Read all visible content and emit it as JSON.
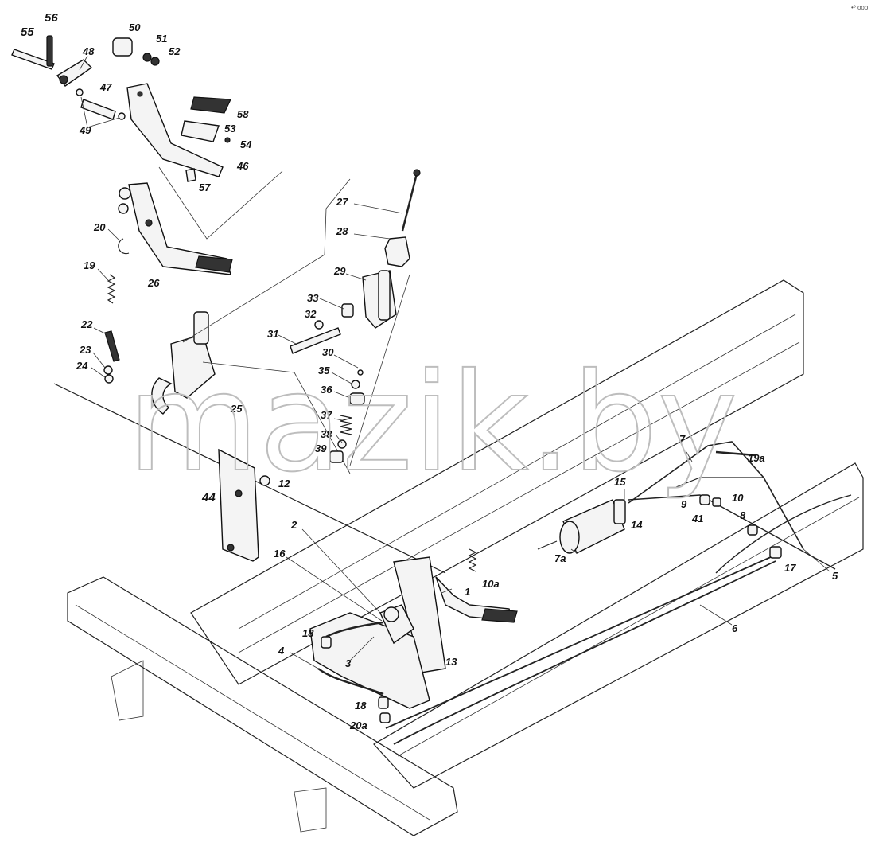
{
  "watermark": "mazik.by",
  "corner_mark": "•º ooo",
  "callouts": [
    {
      "id": "55",
      "text": "55"
    },
    {
      "id": "56",
      "text": "56"
    },
    {
      "id": "50",
      "text": "50"
    },
    {
      "id": "51",
      "text": "51"
    },
    {
      "id": "52",
      "text": "52"
    },
    {
      "id": "48",
      "text": "48"
    },
    {
      "id": "47",
      "text": "47"
    },
    {
      "id": "49",
      "text": "49"
    },
    {
      "id": "58",
      "text": "58"
    },
    {
      "id": "53",
      "text": "53"
    },
    {
      "id": "54",
      "text": "54"
    },
    {
      "id": "46",
      "text": "46"
    },
    {
      "id": "57",
      "text": "57"
    },
    {
      "id": "20",
      "text": "20"
    },
    {
      "id": "26",
      "text": "26"
    },
    {
      "id": "19",
      "text": "19"
    },
    {
      "id": "22",
      "text": "22"
    },
    {
      "id": "23",
      "text": "23"
    },
    {
      "id": "24",
      "text": "24"
    },
    {
      "id": "25",
      "text": "25"
    },
    {
      "id": "27",
      "text": "27"
    },
    {
      "id": "28",
      "text": "28"
    },
    {
      "id": "29",
      "text": "29"
    },
    {
      "id": "33",
      "text": "33"
    },
    {
      "id": "32",
      "text": "32"
    },
    {
      "id": "31",
      "text": "31"
    },
    {
      "id": "30",
      "text": "30"
    },
    {
      "id": "35",
      "text": "35"
    },
    {
      "id": "36",
      "text": "36"
    },
    {
      "id": "37",
      "text": "37"
    },
    {
      "id": "38",
      "text": "38"
    },
    {
      "id": "39",
      "text": "39"
    },
    {
      "id": "44",
      "text": "44"
    },
    {
      "id": "12",
      "text": "12"
    },
    {
      "id": "2",
      "text": "2"
    },
    {
      "id": "16",
      "text": "16"
    },
    {
      "id": "10a",
      "text": "10a"
    },
    {
      "id": "1",
      "text": "1"
    },
    {
      "id": "18a",
      "text": "18"
    },
    {
      "id": "3",
      "text": "3"
    },
    {
      "id": "13",
      "text": "13"
    },
    {
      "id": "4",
      "text": "4"
    },
    {
      "id": "18b",
      "text": "18"
    },
    {
      "id": "20a",
      "text": "20a"
    },
    {
      "id": "7",
      "text": "7"
    },
    {
      "id": "19a",
      "text": "19a"
    },
    {
      "id": "15",
      "text": "15"
    },
    {
      "id": "14",
      "text": "14"
    },
    {
      "id": "7a",
      "text": "7a"
    },
    {
      "id": "9",
      "text": "9"
    },
    {
      "id": "41",
      "text": "41"
    },
    {
      "id": "10",
      "text": "10"
    },
    {
      "id": "8",
      "text": "8"
    },
    {
      "id": "5",
      "text": "5"
    },
    {
      "id": "17",
      "text": "17"
    },
    {
      "id": "6",
      "text": "6"
    }
  ]
}
